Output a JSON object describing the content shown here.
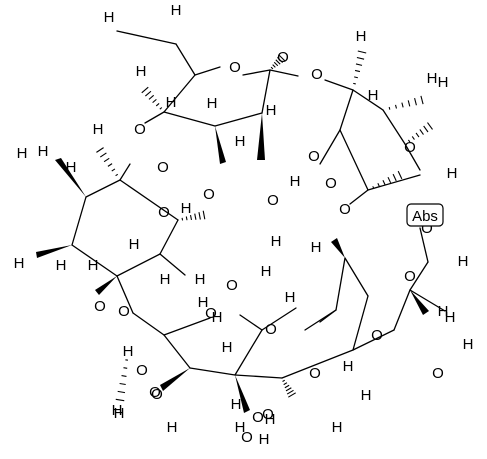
{
  "structure": {
    "stereo_tag": "Abs",
    "atom_labels": [
      "H",
      "H",
      "H",
      "O",
      "O",
      "O",
      "H",
      "H",
      "H",
      "H",
      "O",
      "H",
      "H",
      "H",
      "H",
      "O",
      "O",
      "H",
      "O",
      "O",
      "H",
      "H",
      "O",
      "O",
      "H",
      "H",
      "H",
      "H",
      "O",
      "O",
      "H",
      "H",
      "H",
      "H",
      "O",
      "O",
      "H",
      "H",
      "H",
      "H",
      "O",
      "O",
      "O",
      "H",
      "H",
      "H",
      "H",
      "O",
      "O",
      "H",
      "H",
      "O",
      "O",
      "H",
      "H",
      "O",
      "H",
      "O",
      "H",
      "H",
      "O",
      "H",
      "H",
      "H",
      "O",
      "H",
      "H",
      "H",
      "O",
      "H",
      "H",
      "O",
      "H",
      "O"
    ]
  }
}
